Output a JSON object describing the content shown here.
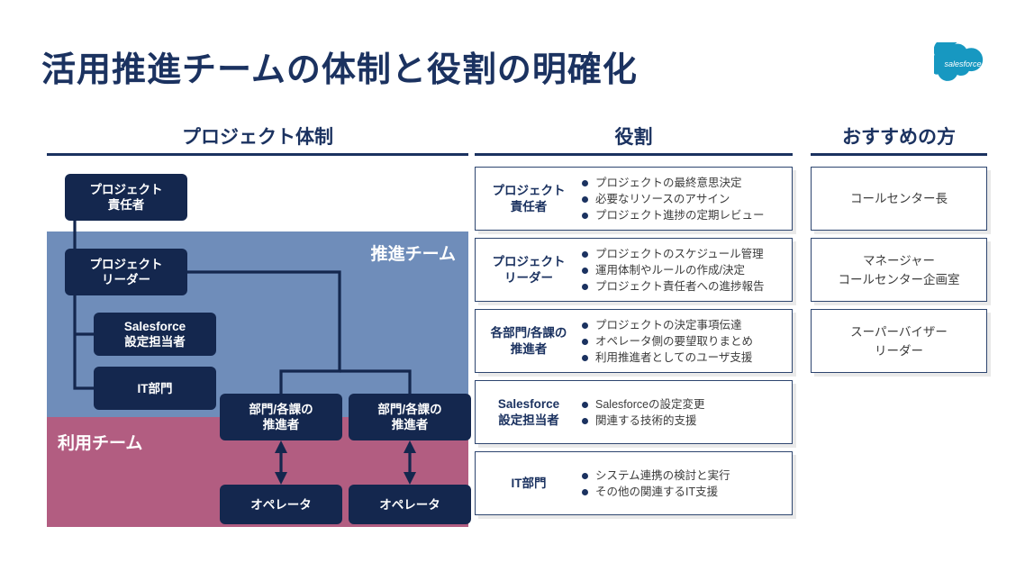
{
  "slide": {
    "title": "活用推進チームの体制と役割の明確化",
    "logo_name": "salesforce-cloud-logo",
    "logo_text": "salesforce",
    "colors": {
      "navy": "#14274E",
      "title_navy": "#1B3260",
      "promote_band": "#6F8DBA",
      "use_band": "#B25D81",
      "card_border": "#2D456F",
      "shadow": "#E9E9E9",
      "logo_blue": "#1798C1"
    }
  },
  "headers": {
    "structure": "プロジェクト体制",
    "roles": "役割",
    "recommend": "おすすめの方"
  },
  "org_chart": {
    "bands": {
      "promote": "推進チーム",
      "use": "利用チーム"
    },
    "nodes": {
      "owner": {
        "line1": "プロジェクト",
        "line2": "責任者"
      },
      "leader": {
        "line1": "プロジェクト",
        "line2": "リーダー"
      },
      "salesforce_admin": {
        "line1": "Salesforce",
        "line2": "設定担当者"
      },
      "it_dept": {
        "line1": "IT部門",
        "line2": ""
      },
      "dept_promoter_1": {
        "line1": "部門/各課の",
        "line2": "推進者"
      },
      "dept_promoter_2": {
        "line1": "部門/各課の",
        "line2": "推進者"
      },
      "operator_1": {
        "line1": "オペレータ",
        "line2": ""
      },
      "operator_2": {
        "line1": "オペレータ",
        "line2": ""
      }
    }
  },
  "roles": [
    {
      "label_line1": "プロジェクト",
      "label_line2": "責任者",
      "items": [
        "プロジェクトの最終意思決定",
        "必要なリソースのアサイン",
        "プロジェクト進捗の定期レビュー"
      ]
    },
    {
      "label_line1": "プロジェクト",
      "label_line2": "リーダー",
      "items": [
        "プロジェクトのスケジュール管理",
        "運用体制やルールの作成/決定",
        "プロジェクト責任者への進捗報告"
      ]
    },
    {
      "label_line1": "各部門/各課の",
      "label_line2": "推進者",
      "items": [
        "プロジェクトの決定事項伝達",
        "オペレータ側の要望取りまとめ",
        "利用推進者としてのユーザ支援"
      ]
    },
    {
      "label_line1": "Salesforce",
      "label_line2": "設定担当者",
      "items": [
        "Salesforceの設定変更",
        "関連する技術的支援"
      ]
    },
    {
      "label_line1": "IT部門",
      "label_line2": "",
      "items": [
        "システム連携の検討と実行",
        "その他の関連するIT支援"
      ]
    }
  ],
  "recommend": [
    {
      "line1": "コールセンター長",
      "line2": ""
    },
    {
      "line1": "マネージャー",
      "line2": "コールセンター企画室"
    },
    {
      "line1": "スーパーバイザー",
      "line2": "リーダー"
    }
  ]
}
